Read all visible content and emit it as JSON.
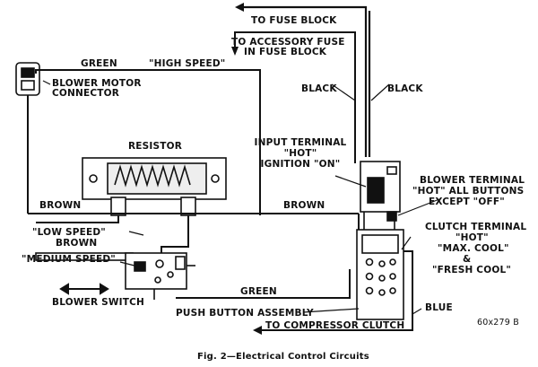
{
  "labels": {
    "to_fuse_block": "TO FUSE BLOCK",
    "to_accessory_fuse_1": "TO ACCESSORY FUSE",
    "to_accessory_fuse_2": "IN FUSE BLOCK",
    "green_top": "GREEN",
    "high_speed": "\"HIGH SPEED\"",
    "blower_motor_connector_1": "BLOWER MOTOR",
    "blower_motor_connector_2": "CONNECTOR",
    "black_left": "BLACK",
    "black_right": "BLACK",
    "resistor": "RESISTOR",
    "input_terminal_1": "INPUT TERMINAL",
    "input_terminal_2": "\"HOT\"",
    "input_terminal_3": "IGNITION \"ON\"",
    "blower_terminal_1": "BLOWER TERMINAL",
    "blower_terminal_2": "\"HOT\" ALL BUTTONS",
    "blower_terminal_3": "EXCEPT \"OFF\"",
    "brown_left": "BROWN",
    "brown_mid": "BROWN",
    "low_speed": "\"LOW SPEED\"",
    "brown_low": "BROWN",
    "clutch_terminal_1": "CLUTCH TERMINAL",
    "clutch_terminal_2": "\"HOT\"",
    "clutch_terminal_3": "\"MAX. COOL\"",
    "clutch_terminal_4": "&",
    "clutch_terminal_5": "\"FRESH COOL\"",
    "medium_speed": "\"MEDIUM SPEED\"",
    "green_bottom": "GREEN",
    "blower_switch": "BLOWER SWITCH",
    "push_button_assembly": "PUSH BUTTON ASSEMBLY",
    "blue": "BLUE",
    "to_compressor_clutch": "TO COMPRESSOR CLUTCH",
    "figure_number": "60x279 B",
    "caption": "Fig. 2—Electrical Control Circuits"
  }
}
